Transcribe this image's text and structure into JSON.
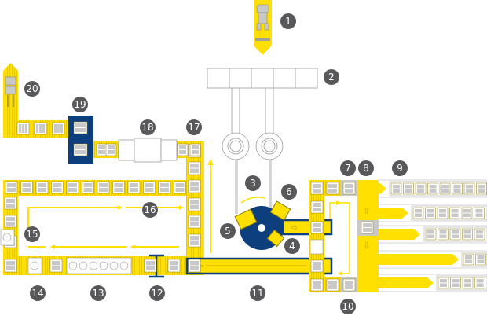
{
  "colors": {
    "yellow": "#ffe000",
    "blue": "#0d3f7f",
    "grey": "#c8c8c8",
    "badge": "#58585a"
  },
  "badges": [
    {
      "id": "badge-1",
      "label": "1"
    },
    {
      "id": "badge-2",
      "label": "2"
    },
    {
      "id": "badge-3",
      "label": "3"
    },
    {
      "id": "badge-4",
      "label": "4"
    },
    {
      "id": "badge-5",
      "label": "5"
    },
    {
      "id": "badge-6",
      "label": "6"
    },
    {
      "id": "badge-7",
      "label": "7"
    },
    {
      "id": "badge-8",
      "label": "8"
    },
    {
      "id": "badge-9",
      "label": "9"
    },
    {
      "id": "badge-10",
      "label": "10"
    },
    {
      "id": "badge-11",
      "label": "11"
    },
    {
      "id": "badge-12",
      "label": "12"
    },
    {
      "id": "badge-13",
      "label": "13"
    },
    {
      "id": "badge-14",
      "label": "14"
    },
    {
      "id": "badge-15",
      "label": "15"
    },
    {
      "id": "badge-16",
      "label": "16"
    },
    {
      "id": "badge-17",
      "label": "17"
    },
    {
      "id": "badge-18",
      "label": "18"
    },
    {
      "id": "badge-19",
      "label": "19"
    },
    {
      "id": "badge-20",
      "label": "20"
    }
  ]
}
